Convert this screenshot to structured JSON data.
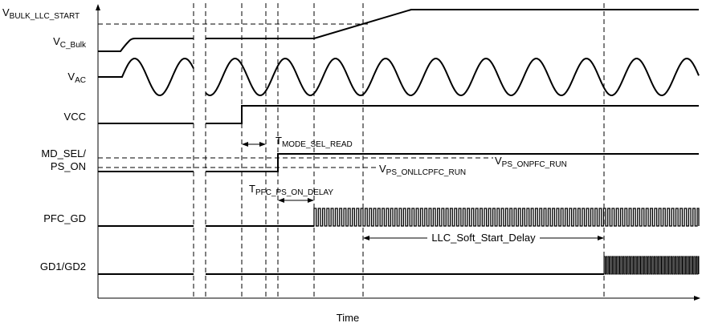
{
  "signals": [
    {
      "main": "V",
      "sub": "BULK_LLC_START"
    },
    {
      "main": "V",
      "sub": "C_Bulk"
    },
    {
      "main": "V",
      "sub": "AC"
    },
    {
      "main": "VCC",
      "sub": ""
    },
    {
      "main": "MD_SEL/",
      "sub": ""
    },
    {
      "main": "PS_ON",
      "sub": ""
    },
    {
      "main": "PFC_GD",
      "sub": ""
    },
    {
      "main": "GD1/GD2",
      "sub": ""
    }
  ],
  "annotations": {
    "mode_sel_read": {
      "main": "T",
      "sub": "MODE_SEL_READ"
    },
    "pfc_ps_on_delay": {
      "main": "T",
      "sub": "PFC_PS_ON_DELAY"
    },
    "ps_on_pfc_run": {
      "main": "V",
      "sub": "PS_ONPFC_RUN"
    },
    "ps_on_llcpfc_run": {
      "main": "V",
      "sub": "PS_ONLLCPFC_RUN"
    },
    "llc_soft_start_delay": "LLC_Soft_Start_Delay"
  },
  "axis": {
    "xlabel": "Time"
  }
}
